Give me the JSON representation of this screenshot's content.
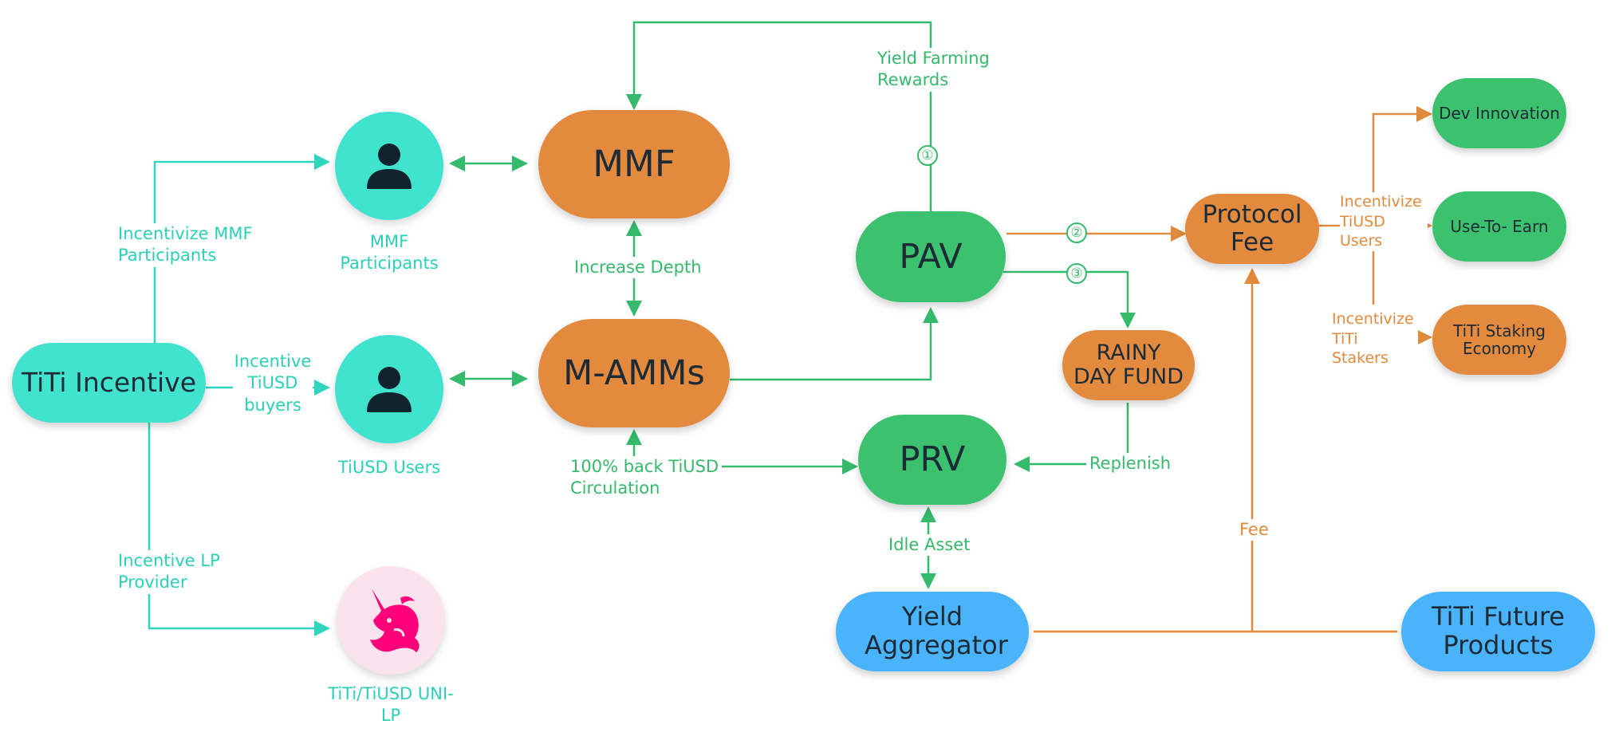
{
  "colors": {
    "teal": "#41e3cf",
    "orange": "#e38a3e",
    "green": "#3cc26e",
    "blue": "#49b3fb",
    "dark_icon": "#10222c",
    "uniswap_pink": "#ff007a"
  },
  "nodes": {
    "titi_incentive": "TiTi Incentive",
    "mmf": "MMF",
    "m_amms": "M-AMMs",
    "pav": "PAV",
    "prv": "PRV",
    "yield_aggregator": "Yield Aggregator",
    "protocol_fee": "Protocol Fee",
    "rainy_day_fund": "RAINY DAY FUND",
    "dev_innovation": "Dev Innovation",
    "use_to_earn": "Use-To- Earn",
    "titi_staking_economy": "TiTi Staking Economy",
    "titi_future_products": "TiTi Future Products"
  },
  "actors": {
    "mmf_participants": {
      "label": "MMF Participants",
      "icon": "user-icon"
    },
    "tiusd_users": {
      "label": "TiUSD Users",
      "icon": "user-icon"
    },
    "uni_lp": {
      "label": "TiTi/TiUSD UNI-LP",
      "icon": "uniswap-unicorn-icon"
    }
  },
  "edges": {
    "incentivize_mmf": "Incentivize MMF Participants",
    "incentive_tiusd_buyers": "Incentive TiUSD buyers",
    "incentive_lp": "Incentive LP Provider",
    "increase_depth": "Increase Depth",
    "back_circulation": "100% back TiUSD Circulation",
    "yield_farming": "Yield Farming Rewards",
    "replenish": "Replenish",
    "idle_asset": "Idle Asset",
    "fee": "Fee",
    "incentivize_tiusd_users": "Incentivize TiUSD Users",
    "incentivize_titi_stakers": "Incentivize TiTi Stakers"
  },
  "steps": {
    "one": "①",
    "two": "②",
    "three": "③"
  }
}
